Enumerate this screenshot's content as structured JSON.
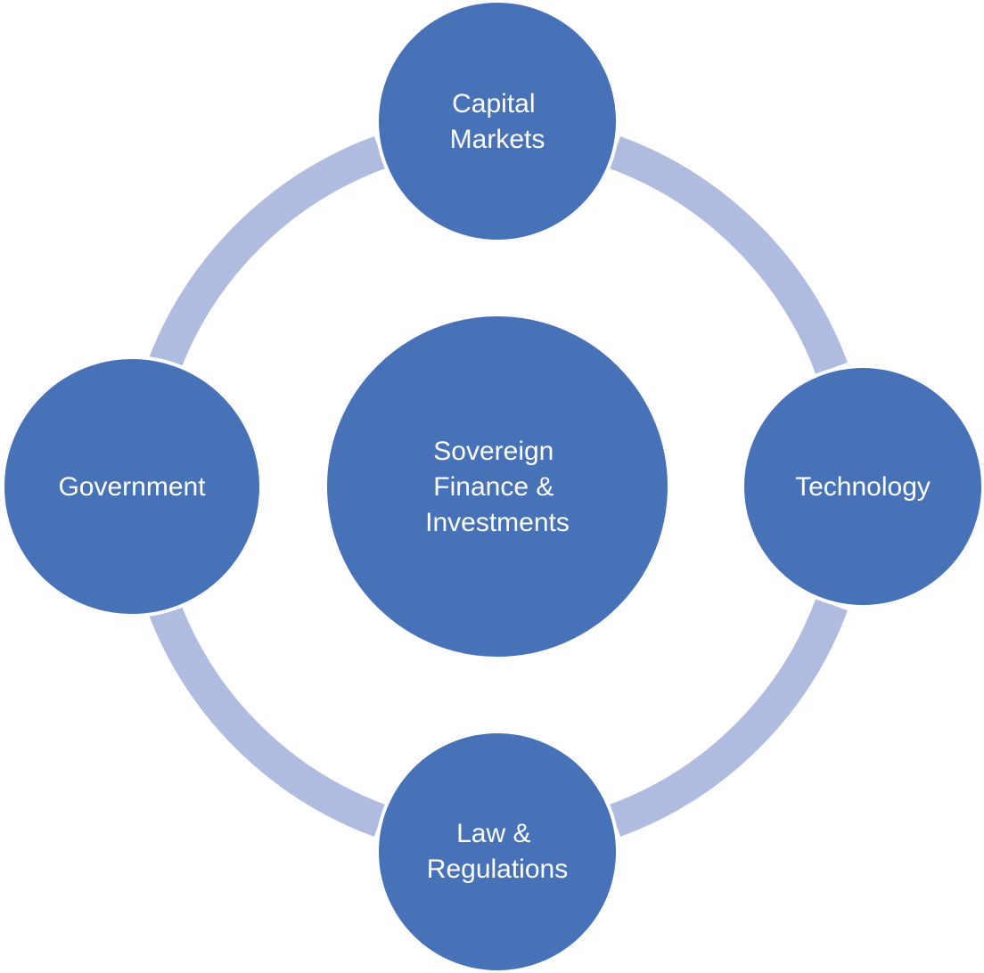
{
  "colors": {
    "node_fill": "#4872B7",
    "node_stroke": "#ffffff",
    "ring": "#AFBCDF",
    "background": "#ffffff",
    "text": "#ffffff"
  },
  "center": {
    "lines": [
      "Sovereign",
      "Finance &",
      "Investments"
    ]
  },
  "nodes": {
    "top": {
      "lines": [
        "Capital",
        "Markets"
      ]
    },
    "right": {
      "lines": [
        "Technology"
      ]
    },
    "bottom": {
      "lines": [
        "Law &",
        "Regulations"
      ]
    },
    "left": {
      "lines": [
        "Government"
      ]
    }
  }
}
